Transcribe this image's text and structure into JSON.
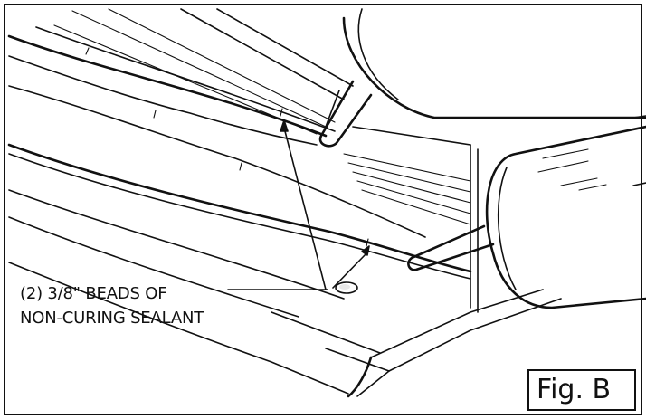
{
  "figure": {
    "callout": {
      "line1": "(2) 3/8\" BEADS OF",
      "line2": "NON-CURING SEALANT"
    },
    "fig_label": "Fig. B"
  }
}
